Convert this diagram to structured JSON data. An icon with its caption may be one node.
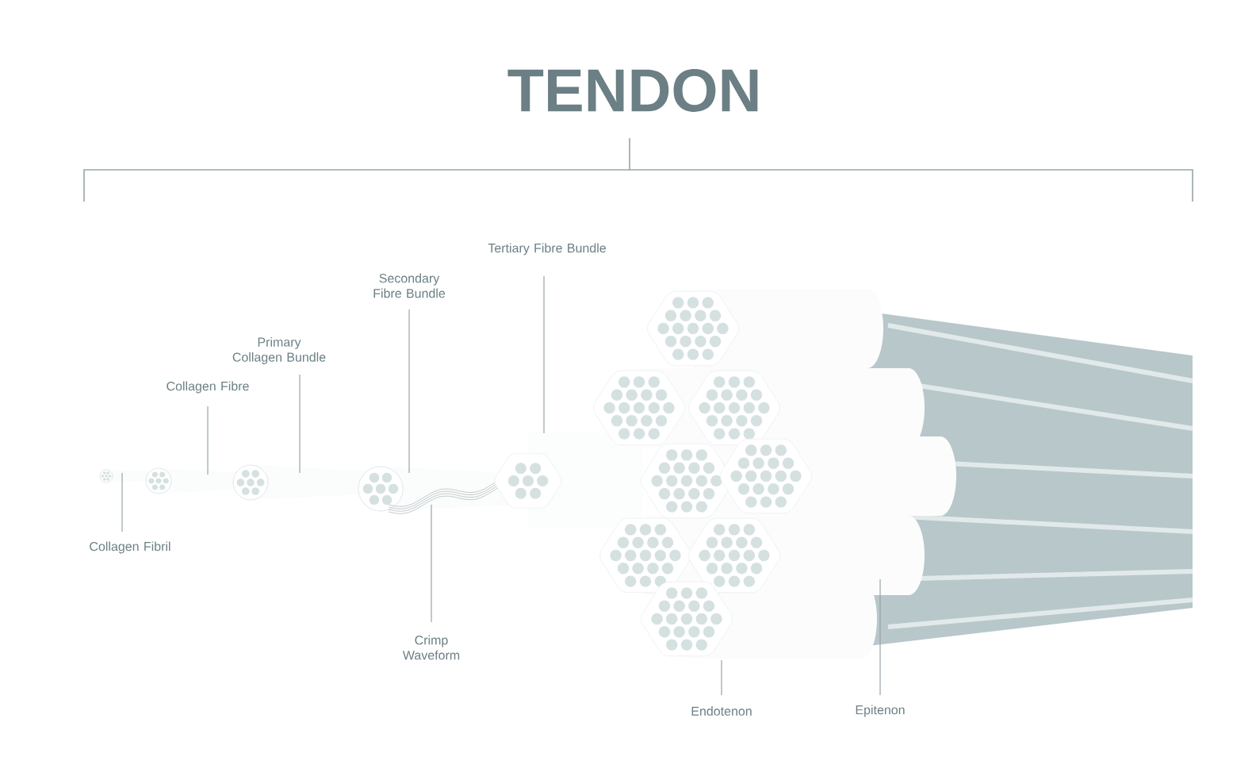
{
  "diagram": {
    "title": "TENDON",
    "nodes": [
      {
        "text": [
          "Collagen Fibril"
        ]
      },
      {
        "text": [
          "Collagen Fibre"
        ]
      },
      {
        "text": [
          "Primary Collagen Bundle"
        ]
      },
      {
        "text": [
          "Secondary Fibre Bundle"
        ]
      },
      {
        "text": [
          "Tertiary Fibre Bundle"
        ]
      },
      {
        "text": [
          "Crimp Waveform"
        ]
      },
      {
        "text": [
          "Endotenon"
        ]
      },
      {
        "text": [
          "Epitenon"
        ]
      }
    ],
    "edges": [
      {
        "from": 0,
        "to": null,
        "arrow": "none"
      },
      {
        "from": 1,
        "to": null,
        "arrow": "none"
      },
      {
        "from": 2,
        "to": null,
        "arrow": "none"
      },
      {
        "from": 3,
        "to": null,
        "arrow": "none"
      },
      {
        "from": 4,
        "to": null,
        "arrow": "none"
      },
      {
        "from": 5,
        "to": null,
        "arrow": "none"
      },
      {
        "from": 6,
        "to": null,
        "arrow": "none"
      },
      {
        "from": 7,
        "to": null,
        "arrow": "none"
      }
    ]
  }
}
